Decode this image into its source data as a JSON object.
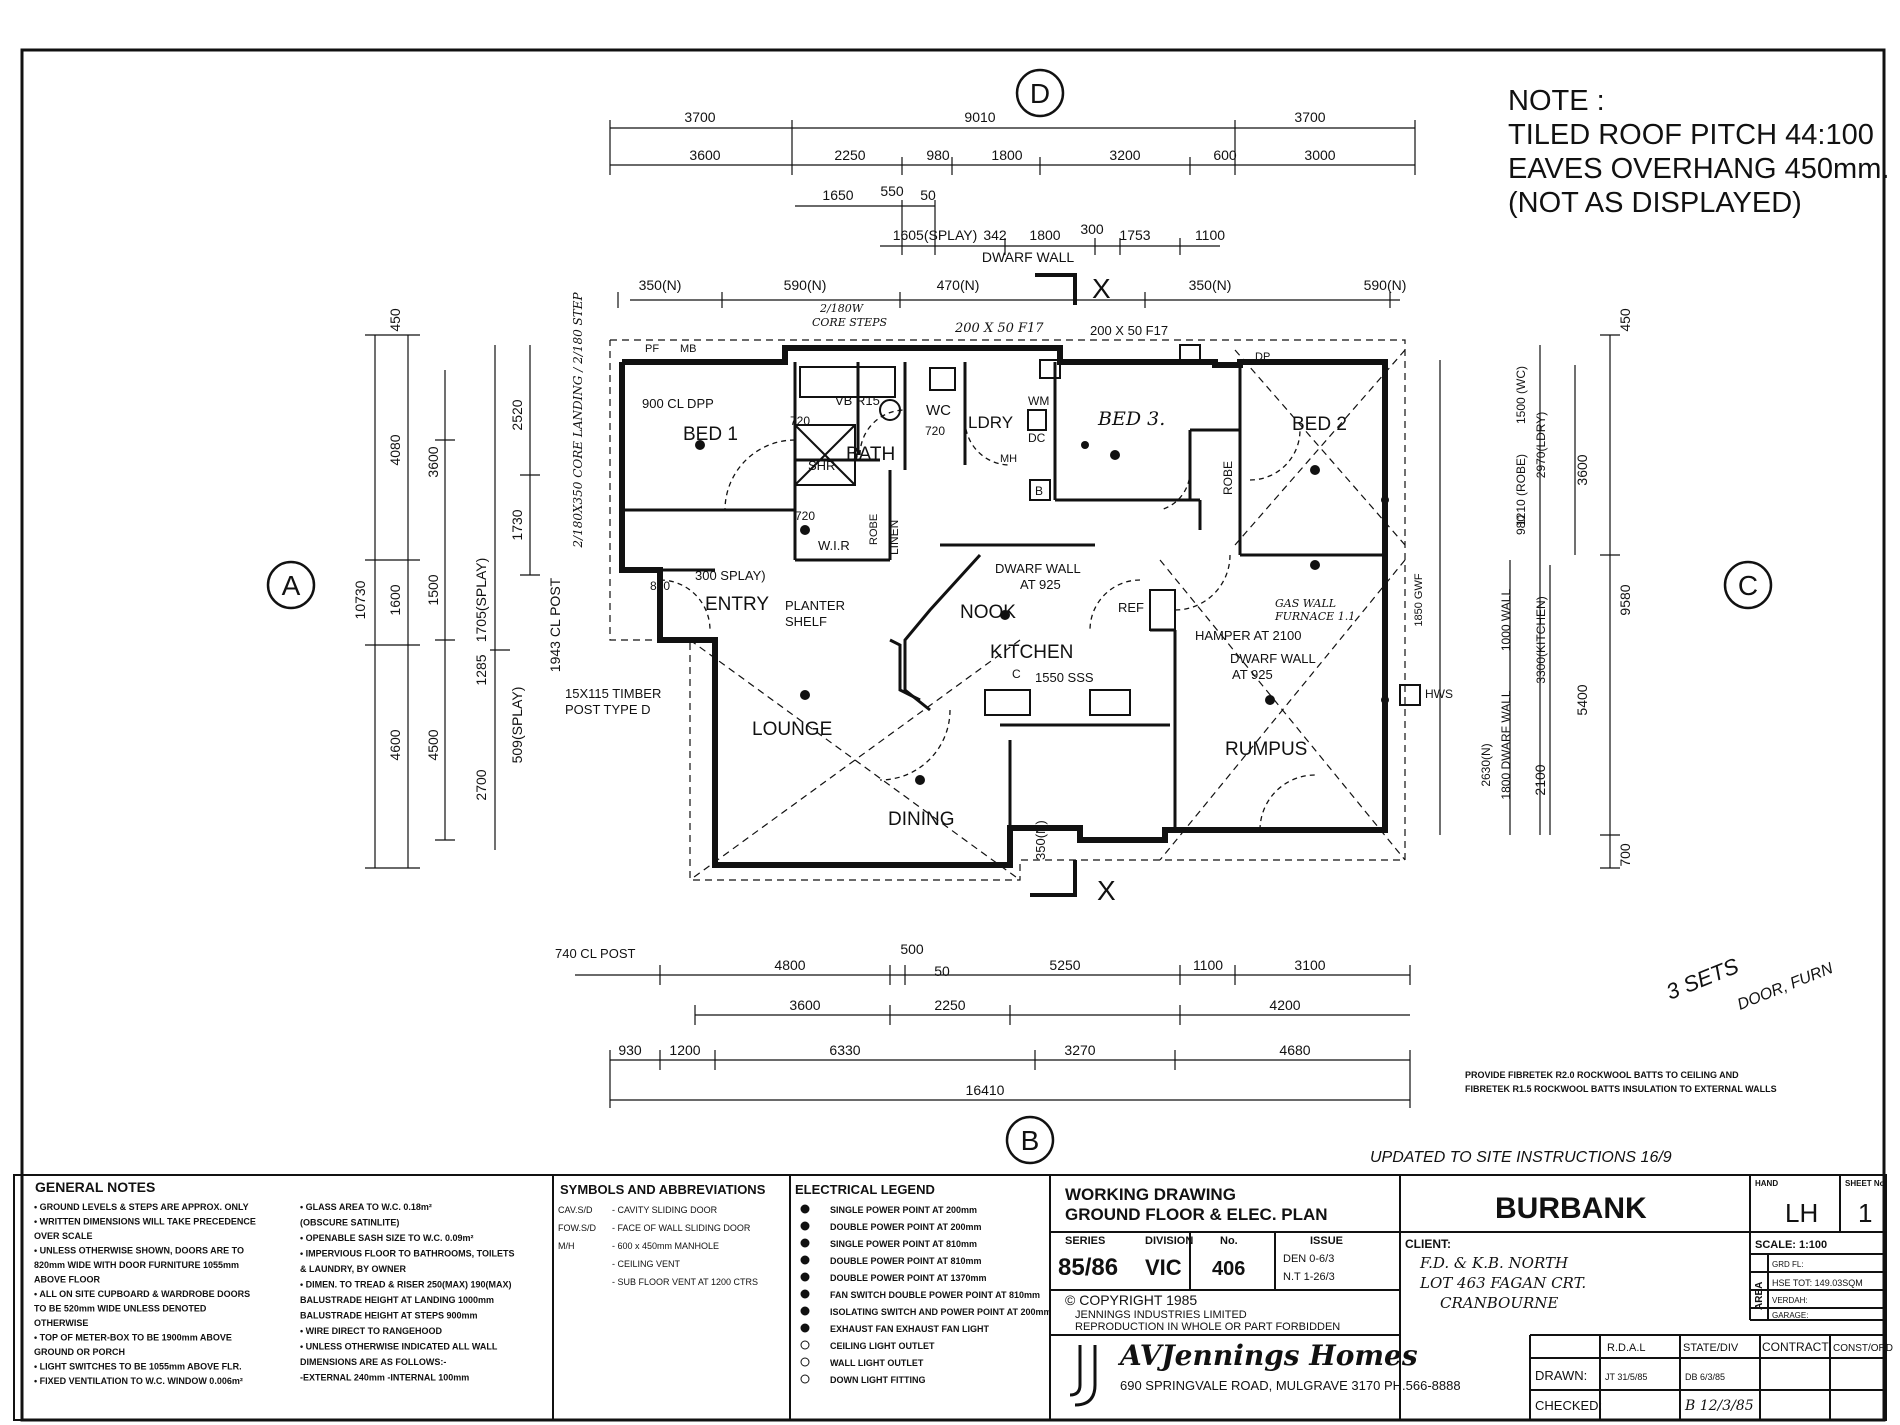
{
  "note": {
    "l1": "NOTE :",
    "l2": "TILED ROOF PITCH 44:100",
    "l3": "EAVES OVERHANG 450mm.",
    "l4": "(NOT AS DISPLAYED)"
  },
  "markers": {
    "d": "D",
    "a": "A",
    "c": "C",
    "b": "B",
    "x_top": "X",
    "x_bottom": "X"
  },
  "rooms": {
    "bed1": "BED 1",
    "bath": "BATH",
    "wc": "WC",
    "ldry": "LDRY",
    "bed3": "BED 3.",
    "bed2": "BED 2",
    "shr": "SHR",
    "wir": "W.I.R",
    "linen": "LINEN",
    "robe1": "ROBE",
    "robe2": "ROBE",
    "entry": "ENTRY",
    "nook": "NOOK",
    "kitchen": "KITCHEN",
    "lounge": "LOUNGE",
    "dining": "DINING",
    "rumpus": "RUMPUS",
    "hws": "HWS",
    "ref": "REF",
    "mh": "MH",
    "dc": "DC",
    "wm": "WM",
    "b": "B",
    "c": "C",
    "pf": "PF",
    "mb": "MB",
    "dp": "DP"
  },
  "plan_labels": {
    "cl_dpp": "900 CL DPP",
    "vb_r15": "VB R15",
    "n720a": "720",
    "n720b": "720",
    "n720c": "720",
    "splay300": "300 SPLAY)",
    "n810": "810",
    "planter": "PLANTER",
    "shelf": "SHELF",
    "dwarf_wall_top": "DWARF WALL",
    "dwarf_wall_nook": "DWARF WALL",
    "at925a": "AT 925",
    "hamper": "HAMPER AT 2100",
    "dwarf_wall_rumpus": "DWARF WALL",
    "at925b": "AT 925",
    "sss": "1550 SSS",
    "timber1": "15X115 TIMBER",
    "timber2": "POST TYPE D",
    "cl_post_1943": "1943 CL POST",
    "splay509": "509(SPLAY)",
    "splay1705": "1705(SPLAY)",
    "cl_post_740": "740 CL POST",
    "gas1": "GAS WALL",
    "gas2": "FURNACE 1.1",
    "hand_top1": "2/180W",
    "hand_top2": "CORE STEPS",
    "hand_top3": "200 X 50 F17",
    "hand_top4": "200 X 50 F17",
    "hand_left": "2/180X350 CORE LANDING / 2/180 STEP",
    "kitchen_dim": "3300(KITCHEN)",
    "ldry_dim": "2970(LDRY)",
    "wc_dim": "1500 (WC)",
    "robe_dim": "1210 (ROBE)",
    "n980": "980",
    "dwarf_v1": "1000 WALL",
    "dwarf_v2": "1800 DWARF WALL",
    "n2630": "2630(N)",
    "gwf": "1850 GWF",
    "n350n_b": "350(N)"
  },
  "dims_top": {
    "row1": [
      "3700",
      "9010",
      "3700"
    ],
    "row2": [
      "3600",
      "2250",
      "980",
      "1800",
      "3200",
      "600",
      "3000"
    ],
    "row3": [
      "1650",
      "550",
      "50"
    ],
    "row4": [
      "1605(SPLAY)",
      "342",
      "1800",
      "300",
      "1753",
      "1100"
    ],
    "dwarf": "DWARF WALL",
    "eaves": [
      "350(N)",
      "590(N)",
      "470(N)",
      "350(N)",
      "590(N)"
    ]
  },
  "dims_left": {
    "outer": "10730",
    "col1": [
      "450",
      "4080",
      "1600",
      "4600"
    ],
    "col2": [
      "3600",
      "1500",
      "4500"
    ],
    "col3": [
      "2520",
      "1730",
      "1285",
      "2700"
    ]
  },
  "dims_right": {
    "outer": "9580",
    "col1": [
      "450",
      "3600",
      "5400",
      "700"
    ],
    "col2": [
      "2100"
    ]
  },
  "dims_bottom": {
    "row1": [
      "500",
      "4800",
      "50",
      "5250",
      "1100",
      "3100"
    ],
    "row2": [
      "3600",
      "2250",
      "4200"
    ],
    "row3": [
      "930",
      "1200",
      "6330",
      "3270",
      "4680"
    ],
    "total": "16410"
  },
  "handwritten": {
    "sets1": "3 SETS",
    "sets2": "DOOR, FURN",
    "updated": "UPDATED TO SITE INSTRUCTIONS 16/9"
  },
  "insulation": {
    "l1": "PROVIDE FIBRETEK R2.0 ROCKWOOL BATTS TO CEILING AND",
    "l2": "FIBRETEK R1.5 ROCKWOOL BATTS INSULATION TO EXTERNAL WALLS"
  },
  "general_notes": {
    "title": "GENERAL NOTES",
    "col1": [
      "• GROUND LEVELS & STEPS ARE APPROX. ONLY",
      "• WRITTEN DIMENSIONS WILL TAKE PRECEDENCE",
      "  OVER SCALE",
      "• UNLESS OTHERWISE SHOWN, DOORS ARE TO",
      "  820mm WIDE WITH DOOR FURNITURE 1055mm",
      "  ABOVE FLOOR",
      "• ALL ON SITE CUPBOARD & WARDROBE DOORS",
      "  TO BE 520mm WIDE UNLESS DENOTED",
      "  OTHERWISE",
      "• TOP OF METER-BOX TO BE 1900mm ABOVE",
      "  GROUND OR PORCH",
      "• LIGHT SWITCHES TO BE 1055mm ABOVE FLR.",
      "• FIXED VENTILATION TO W.C. WINDOW 0.006m²"
    ],
    "col2": [
      "• GLASS AREA TO W.C. 0.18m²",
      "  (OBSCURE SATINLITE)",
      "• OPENABLE SASH SIZE TO W.C. 0.09m²",
      "• IMPERVIOUS FLOOR TO BATHROOMS, TOILETS",
      "  & LAUNDRY, BY OWNER",
      "• DIMEN. TO TREAD & RISER 250(MAX) 190(MAX)",
      "  BALUSTRADE HEIGHT AT LANDING 1000mm",
      "  BALUSTRADE HEIGHT AT STEPS 900mm",
      "• WIRE DIRECT TO RANGEHOOD",
      "• UNLESS OTHERWISE INDICATED ALL WALL",
      "  DIMENSIONS ARE AS FOLLOWS:-",
      "  -EXTERNAL 240mm  -INTERNAL 100mm"
    ]
  },
  "symbols": {
    "title": "SYMBOLS AND ABBREVIATIONS",
    "rows": [
      {
        "code": "CAV.S/D",
        "desc": "- CAVITY SLIDING DOOR"
      },
      {
        "code": "FOW.S/D",
        "desc": "- FACE OF WALL SLIDING DOOR"
      },
      {
        "code": "M/H",
        "desc": "- 600 x 450mm MANHOLE"
      },
      {
        "code": "",
        "desc": "- CEILING VENT"
      },
      {
        "code": "",
        "desc": "- SUB FLOOR VENT AT 1200 CTRS"
      }
    ]
  },
  "electrical": {
    "title": "ELECTRICAL LEGEND",
    "rows": [
      "SINGLE POWER POINT AT 200mm",
      "DOUBLE POWER POINT AT 200mm",
      "SINGLE POWER POINT AT 810mm",
      "DOUBLE POWER POINT AT 810mm",
      "DOUBLE POWER POINT AT 1370mm",
      "FAN SWITCH DOUBLE POWER POINT AT 810mm",
      "ISOLATING SWITCH AND POWER POINT AT 200mm",
      "EXHAUST FAN      EXHAUST FAN LIGHT",
      "CEILING LIGHT OUTLET",
      "WALL LIGHT OUTLET",
      "DOWN LIGHT FITTING"
    ]
  },
  "title_block": {
    "drawing_l1": "WORKING DRAWING",
    "drawing_l2": "GROUND FLOOR & ELEC. PLAN",
    "series_label": "SERIES",
    "series_value": "85/86",
    "division_label": "DIVISION",
    "division_value": "VIC",
    "no_label": "No.",
    "no_value": "406",
    "issue_label": "ISSUE",
    "issue_r1": "DEN 0-6/3",
    "issue_r2": "N.T 1-26/3",
    "copyright": "© COPYRIGHT 1985",
    "company1": "JENNINGS INDUSTRIES LIMITED",
    "company2": "REPRODUCTION IN WHOLE OR PART FORBIDDEN",
    "brand": "AVJennings Homes",
    "address": "690 SPRINGVALE ROAD, MULGRAVE 3170 PH.566-8888",
    "house": "BURBANK",
    "client_label": "CLIENT:",
    "client_l1": "F.D. & K.B. NORTH",
    "client_l2": "LOT 463 FAGAN CRT.",
    "client_l3": "CRANBOURNE",
    "hand_label": "HAND",
    "hand_value": "LH",
    "sheet_label": "SHEET No",
    "sheet_value": "1",
    "scale": "SCALE: 1:100",
    "area_label": "AREA",
    "area_rows": [
      "GRD FL:",
      "HSE TOT: 149.03SQM",
      "VERDAH:",
      "GARAGE:"
    ],
    "rdal": "R.D.A.L",
    "state": "STATE/DIV",
    "contract": "CONTRACT",
    "const": "CONST/ORD",
    "drawn_label": "DRAWN:",
    "drawn_v1": "JT 31/5/85",
    "drawn_v2": "DB 6/3/85",
    "checked_label": "CHECKED:",
    "checked_v": "B 12/3/85"
  }
}
